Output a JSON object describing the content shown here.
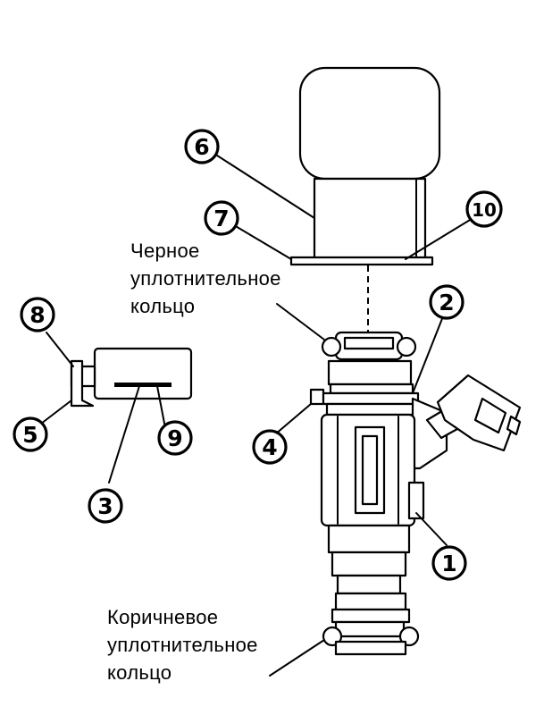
{
  "callouts": {
    "c1": "1",
    "c2": "2",
    "c3": "3",
    "c4": "4",
    "c5": "5",
    "c6": "6",
    "c7": "7",
    "c8": "8",
    "c9": "9",
    "c10": "10"
  },
  "labels": {
    "black_seal": [
      "Черное",
      "уплотнительное",
      "кольцо"
    ],
    "brown_seal": [
      "Коричневое",
      "уплотнительное",
      "кольцо"
    ]
  }
}
